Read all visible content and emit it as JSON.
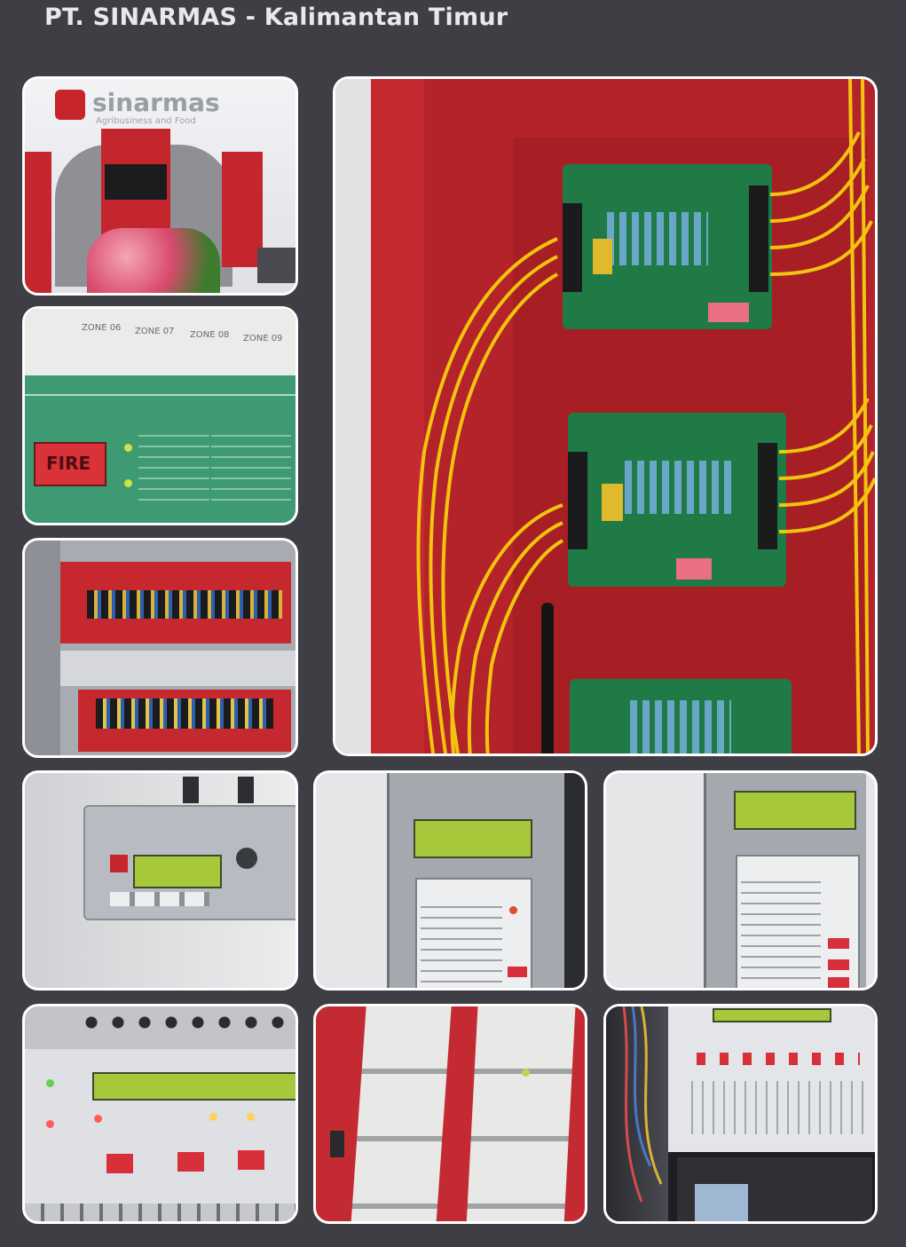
{
  "title": "PT. SINARMAS - Kalimantan Timur",
  "photos": {
    "lobby": {
      "logo_text": "sinarmas",
      "logo_subtext": "Agribusiness and Food"
    },
    "annunciator": {
      "zones": [
        "ZONE 06",
        "ZONE 07",
        "ZONE 08",
        "ZONE 09"
      ],
      "fire_label": "FIRE"
    },
    "terminal_blocks": {},
    "circuit_boards": {},
    "remote_panel": {},
    "panel_a": {},
    "panel_b": {},
    "control_panel": {},
    "switch_plates": {},
    "wiring_panel": {}
  },
  "colors": {
    "background": "#3f3e45",
    "frame": "#ffffff",
    "cabinet_red": "#c0272d",
    "board_green": "#1f7a45",
    "wire_yellow": "#f2c40f"
  }
}
